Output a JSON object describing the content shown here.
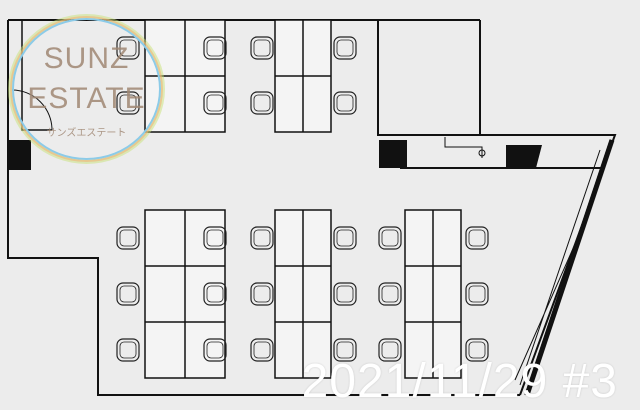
{
  "logo": {
    "line1": "SUNZ",
    "line2": "ESTATE",
    "japanese": "サンズエステート"
  },
  "stamp": {
    "text": "2021/11/29 #3"
  },
  "colors": {
    "background": "#ececec",
    "wall": "#111111",
    "stamp": "#ffffff"
  }
}
